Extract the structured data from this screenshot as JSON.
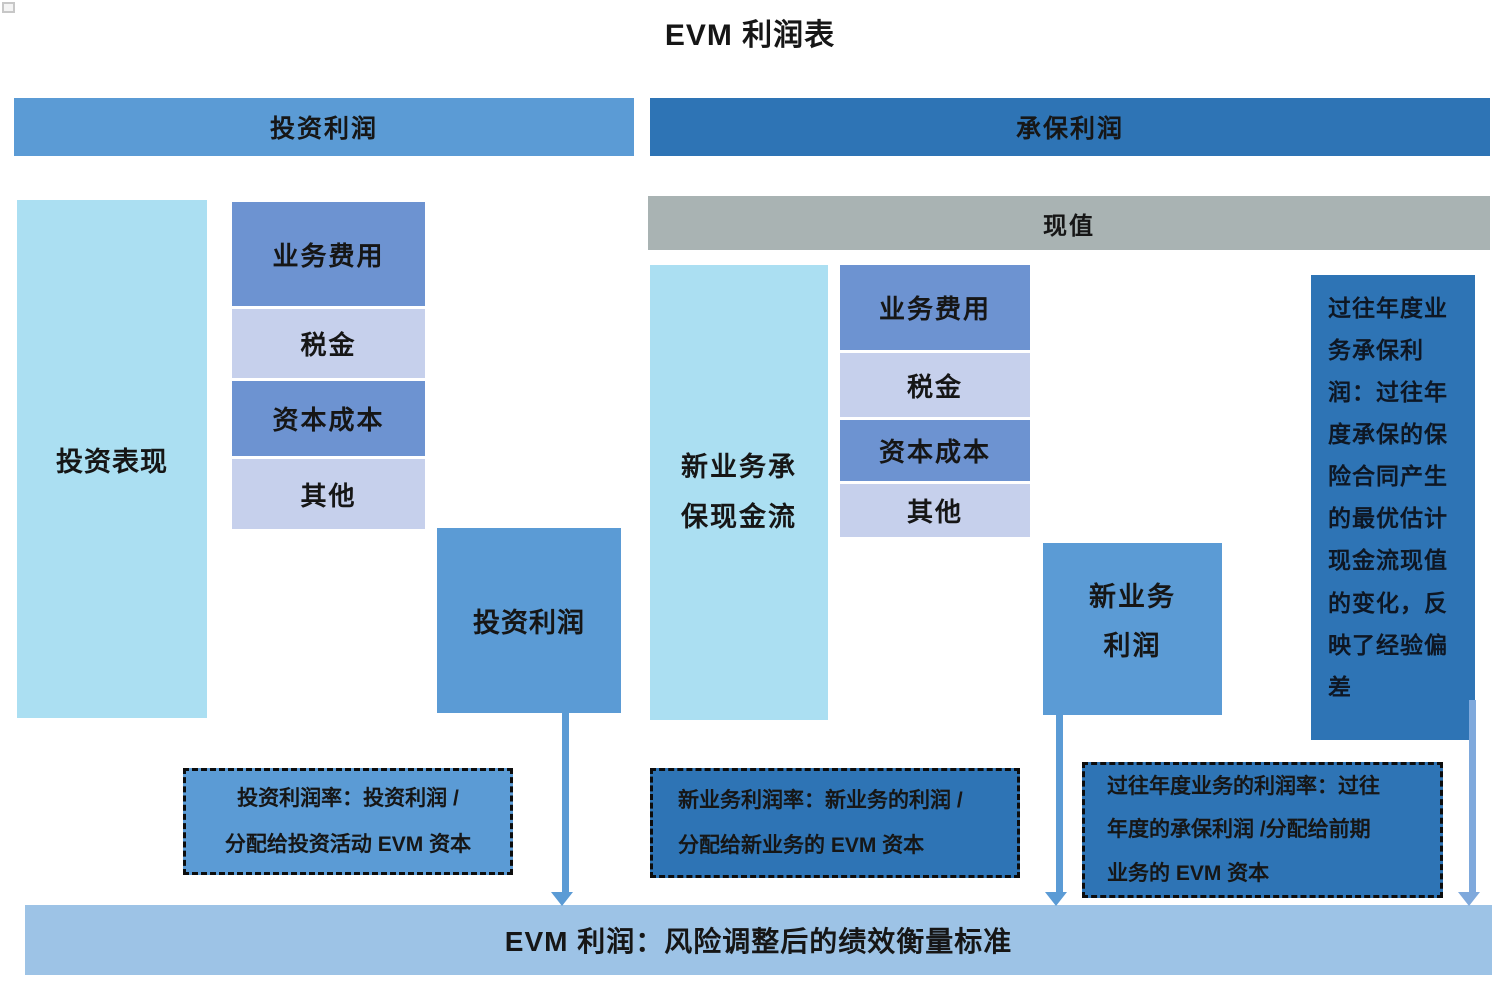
{
  "title": "EVM 利润表",
  "investment": {
    "header": "投资利润",
    "performance": "投资表现",
    "deductions": [
      "业务费用",
      "税金",
      "资本成本",
      "其他"
    ],
    "profit": "投资利润",
    "ratio_note": "投资利润率：投资利润 /\n分配给投资活动 EVM 资本"
  },
  "underwriting": {
    "header": "承保利润",
    "present_value": "现值",
    "cashflow": "新业务承\n保现金流",
    "deductions": [
      "业务费用",
      "税金",
      "资本成本",
      "其他"
    ],
    "new_business_profit": "新业务\n利润",
    "past_years_profit": "过往年度业\n务承保利\n润：过往年\n度承保的保\n险合同产生\n的最优估计\n现金流现值\n的变化，反\n映了经验偏\n差",
    "new_business_ratio_note": "新业务利润率：新业务的利润 /\n分配给新业务的 EVM 资本",
    "past_years_ratio_note": "过往年度业务的利润率：过往\n年度的承保利润 /分配给前期\n业务的 EVM 资本"
  },
  "bottom_bar": "EVM 利润：风险调整后的绩效衡量标准",
  "colors": {
    "medium_blue": "#5b9bd5",
    "dark_blue": "#2e74b5",
    "light_cyan": "#abdff2",
    "stack_blue": "#6d93d1",
    "stack_light": "#c6d0ec",
    "gray_bar": "#a9b3b3",
    "bottom_bar_blue": "#9dc3e6",
    "arrow_light_blue": "#7fa9dc",
    "text": "#161616"
  }
}
